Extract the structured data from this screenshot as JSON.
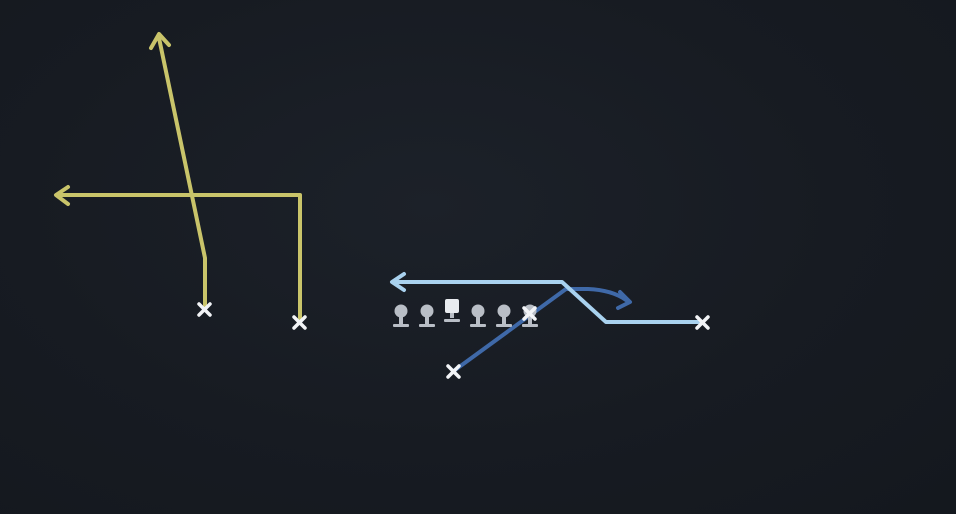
{
  "diagram": {
    "type": "football-play",
    "colors": {
      "background": "#171b22",
      "route_yellow": "#c9c46a",
      "route_light_blue": "#a9d2ef",
      "route_dark_blue": "#3f69a8",
      "player_marker": "#f2f4f7",
      "lineman": "#b9bec6"
    },
    "players": {
      "receivers": [
        {
          "id": "wr-left-outside",
          "icon": "x-marker-icon",
          "route": "post",
          "route_color": "route_yellow"
        },
        {
          "id": "wr-left-inside",
          "icon": "x-marker-icon",
          "route": "out",
          "route_color": "route_yellow"
        },
        {
          "id": "te-right",
          "icon": "x-marker-icon",
          "route": "drag",
          "route_color": "route_light_blue"
        },
        {
          "id": "wr-right",
          "icon": "x-marker-icon",
          "route": "under-crosser",
          "route_color": "route_light_blue"
        },
        {
          "id": "rb",
          "icon": "x-marker-icon",
          "route": "angle",
          "route_color": "route_dark_blue"
        }
      ],
      "offensive_line": [
        {
          "id": "lt",
          "icon": "lineman-icon"
        },
        {
          "id": "lg",
          "icon": "lineman-icon"
        },
        {
          "id": "c",
          "icon": "center-icon"
        },
        {
          "id": "rg",
          "icon": "lineman-icon"
        },
        {
          "id": "rt",
          "icon": "lineman-icon"
        }
      ]
    }
  }
}
